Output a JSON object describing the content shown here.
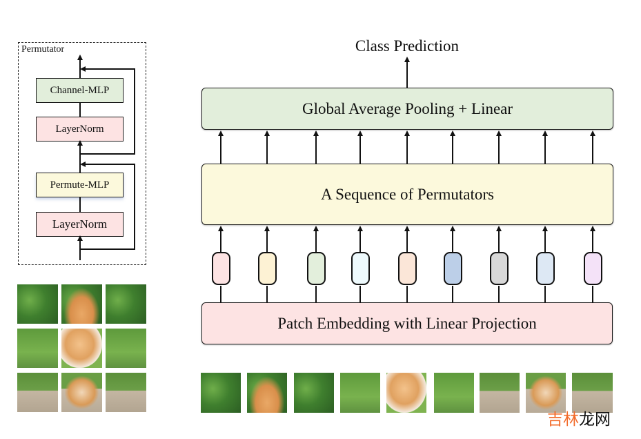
{
  "permutator_block": {
    "title": "Permutator",
    "layers": [
      {
        "label": "Channel-MLP",
        "color": "#e2eedb"
      },
      {
        "label": "LayerNorm",
        "color": "#fde3e3"
      },
      {
        "label": "Permute-MLP",
        "color": "#fcf9dc"
      },
      {
        "label": "LayerNorm",
        "color": "#fde3e3"
      }
    ]
  },
  "main_pipeline": {
    "output_label": "Class Prediction",
    "head": {
      "label": "Global Average Pooling + Linear",
      "color": "#e2eedb"
    },
    "body": {
      "label": "A Sequence of Permutators",
      "color": "#fcf9dc"
    },
    "embedding": {
      "label": "Patch Embedding with Linear Projection",
      "color": "#fde3e3"
    },
    "tokens": [
      {
        "color": "#fde3e3"
      },
      {
        "color": "#fdf2d4"
      },
      {
        "color": "#e3efdc"
      },
      {
        "color": "#eefafd"
      },
      {
        "color": "#fbe6d8"
      },
      {
        "color": "#bccfe8"
      },
      {
        "color": "#d8d8d8"
      },
      {
        "color": "#dde8f4"
      },
      {
        "color": "#f4e2f8"
      }
    ]
  },
  "input_image": {
    "description": "kitten on grass split into 3x3 patches",
    "grid_patches": 9
  },
  "watermark": {
    "part1": "吉林",
    "part2": "龙网",
    "part1_color": "#f26b2a",
    "part2_color": "#111111"
  }
}
